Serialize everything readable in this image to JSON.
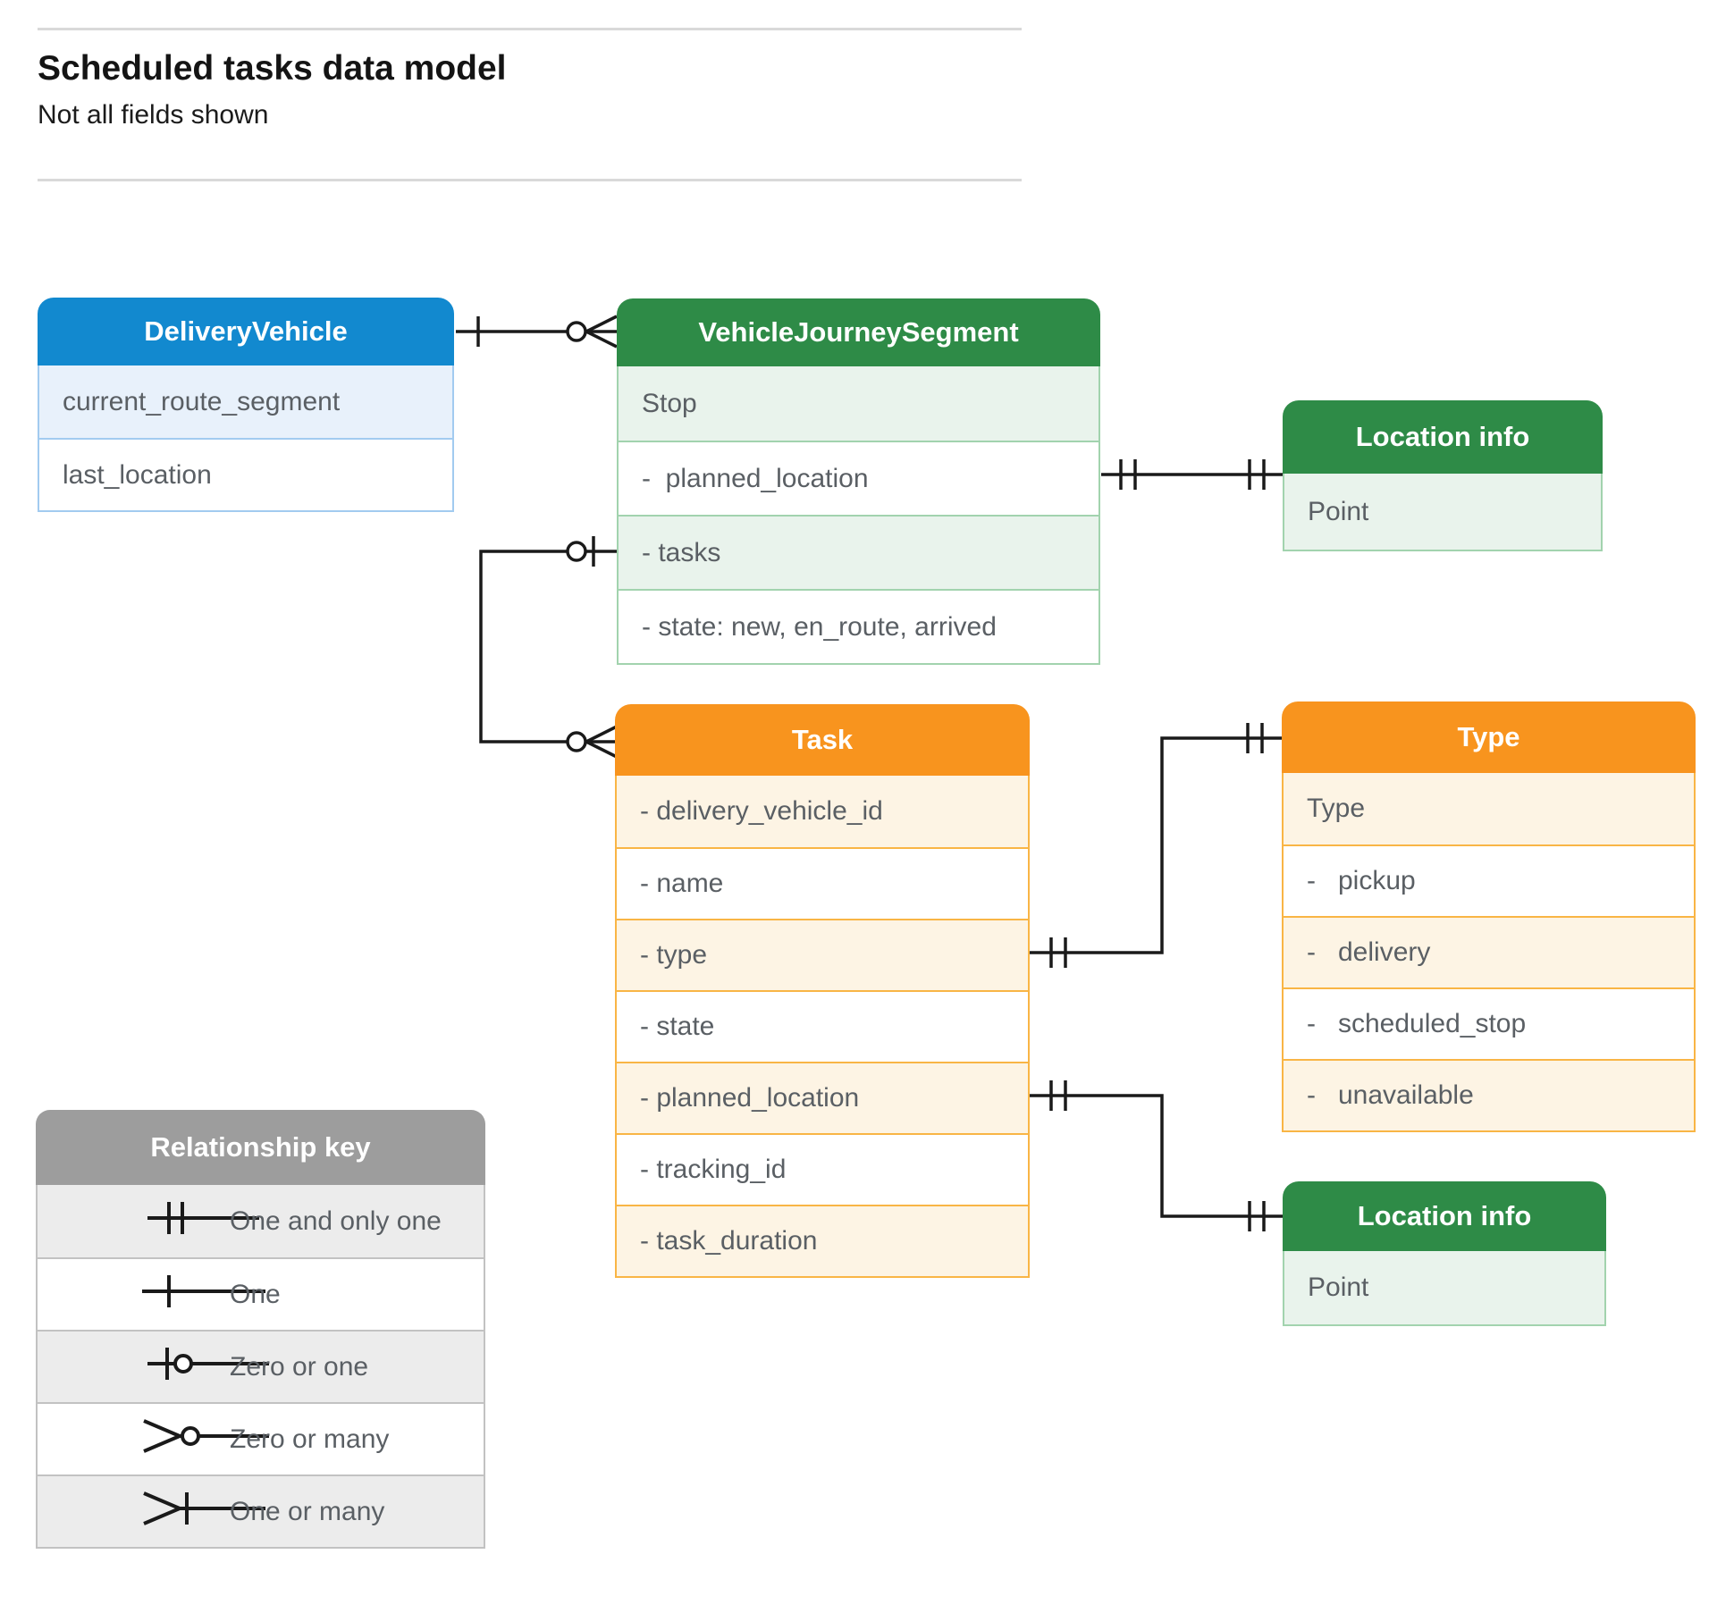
{
  "page": {
    "title": "Scheduled tasks data model",
    "subtitle": "Not all fields shown"
  },
  "colors": {
    "blue_header": "#1289cf",
    "blue_tint": "#e8f1fb",
    "blue_border": "#a2cbf0",
    "green_header": "#2e8b47",
    "green_tint": "#e9f3ec",
    "green_border": "#a2d3ae",
    "orange_header": "#f8941e",
    "orange_tint": "#fdf4e4",
    "orange_border": "#f9b545",
    "gray_header": "#9d9d9d",
    "gray_tint": "#ececec",
    "gray_border": "#c2c2c2",
    "wire": "#1a1a1a",
    "row_text": "#5a5f64"
  },
  "entities": [
    {
      "id": "delivery-vehicle",
      "title": "DeliveryVehicle",
      "theme": "blue",
      "rows": [
        {
          "text": "current_route_segment"
        },
        {
          "text": "last_location"
        }
      ]
    },
    {
      "id": "vehicle-journey-segment",
      "title": "VehicleJourneySegment",
      "theme": "green",
      "rows": [
        {
          "text": "Stop"
        },
        {
          "text": "-  planned_location"
        },
        {
          "text": "- tasks"
        },
        {
          "text": "- state: new, en_route, arrived"
        }
      ]
    },
    {
      "id": "location-info-top",
      "title": "Location info",
      "theme": "green",
      "rows": [
        {
          "text": "Point"
        }
      ]
    },
    {
      "id": "task",
      "title": "Task",
      "theme": "orange",
      "rows": [
        {
          "text": "- delivery_vehicle_id"
        },
        {
          "text": "- name"
        },
        {
          "text": "- type"
        },
        {
          "text": "- state"
        },
        {
          "text": "- planned_location"
        },
        {
          "text": "- tracking_id"
        },
        {
          "text": "- task_duration"
        }
      ]
    },
    {
      "id": "type",
      "title": "Type",
      "theme": "orange",
      "rows": [
        {
          "text": "Type"
        },
        {
          "text": "-   pickup"
        },
        {
          "text": "-   delivery"
        },
        {
          "text": "-   scheduled_stop"
        },
        {
          "text": "-   unavailable"
        }
      ]
    },
    {
      "id": "location-info-bottom",
      "title": "Location info",
      "theme": "green",
      "rows": [
        {
          "text": "Point"
        }
      ]
    }
  ],
  "legend": {
    "title": "Relationship key",
    "items": [
      {
        "symbol": "one-and-only-one",
        "label": "One and only one"
      },
      {
        "symbol": "one",
        "label": "One"
      },
      {
        "symbol": "zero-or-one",
        "label": "Zero or one"
      },
      {
        "symbol": "zero-or-many",
        "label": "Zero or many"
      },
      {
        "symbol": "one-or-many",
        "label": "One or many"
      }
    ]
  },
  "relationships": [
    {
      "from": "DeliveryVehicle",
      "symbol_at_from": "one",
      "to": "VehicleJourneySegment",
      "symbol_at_to": "zero-or-many"
    },
    {
      "from": "VehicleJourneySegment.tasks",
      "symbol_at_from": "zero-or-one",
      "to": "Task",
      "symbol_at_to": "zero-or-many"
    },
    {
      "from": "VehicleJourneySegment.planned_location",
      "symbol_at_from": "one-and-only-one",
      "to": "Location info",
      "symbol_at_to": "one-and-only-one"
    },
    {
      "from": "Task.type",
      "symbol_at_from": "one-and-only-one",
      "to": "Type",
      "symbol_at_to": "one-and-only-one"
    },
    {
      "from": "Task.planned_location",
      "symbol_at_from": "one-and-only-one",
      "to": "Location info",
      "symbol_at_to": "one-and-only-one"
    }
  ]
}
